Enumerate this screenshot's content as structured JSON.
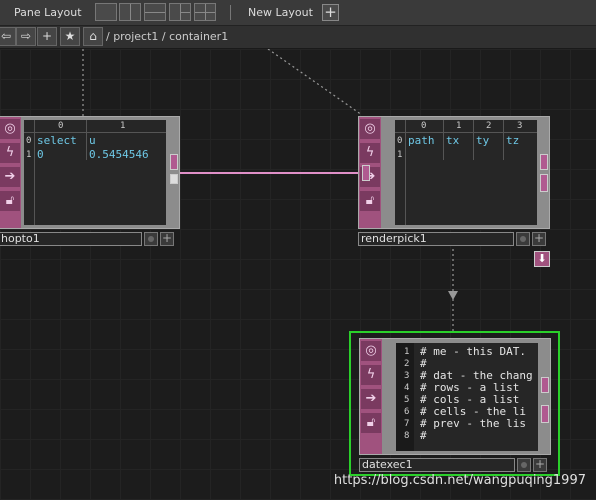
{
  "topbar": {
    "pane_layout_label": "Pane Layout",
    "new_layout_label": "New Layout",
    "add_label": "+"
  },
  "navbar": {
    "back_glyph": "⇦",
    "forward_glyph": "⇨",
    "add_glyph": "+",
    "star_glyph": "★",
    "home_glyph": "⌂",
    "path": "/ project1 / container1"
  },
  "nodes": {
    "chopto": {
      "name": "hopto1",
      "headers": [
        "0",
        "1"
      ],
      "row_numbers": [
        "0",
        "1"
      ],
      "cells": {
        "r0c0": "select",
        "r0c1": "u",
        "r1c0": "0",
        "r1c1": "0.5454546"
      }
    },
    "renderpick": {
      "name": "renderpick1",
      "headers": [
        "0",
        "1",
        "2",
        "3"
      ],
      "row_numbers": [
        "0",
        "1"
      ],
      "cells": {
        "r0c0": "path",
        "r0c1": "tx",
        "r0c2": "ty",
        "r0c3": "tz"
      }
    },
    "datexec": {
      "name": "datexec1",
      "line_numbers": [
        "1",
        "2",
        "3",
        "4",
        "5",
        "6",
        "7",
        "8"
      ],
      "lines": [
        "# me - this DAT.",
        "#",
        "# dat - the chang",
        "# rows - a list",
        "# cols - a list",
        "# cells - the li",
        "# prev - the lis",
        "#"
      ]
    }
  },
  "watermark": "https://blog.csdn.net/wangpuqing1997",
  "colors": {
    "op_pink": "#a0527e",
    "selected_green": "#2ad02a",
    "wire": "#e090c8"
  }
}
